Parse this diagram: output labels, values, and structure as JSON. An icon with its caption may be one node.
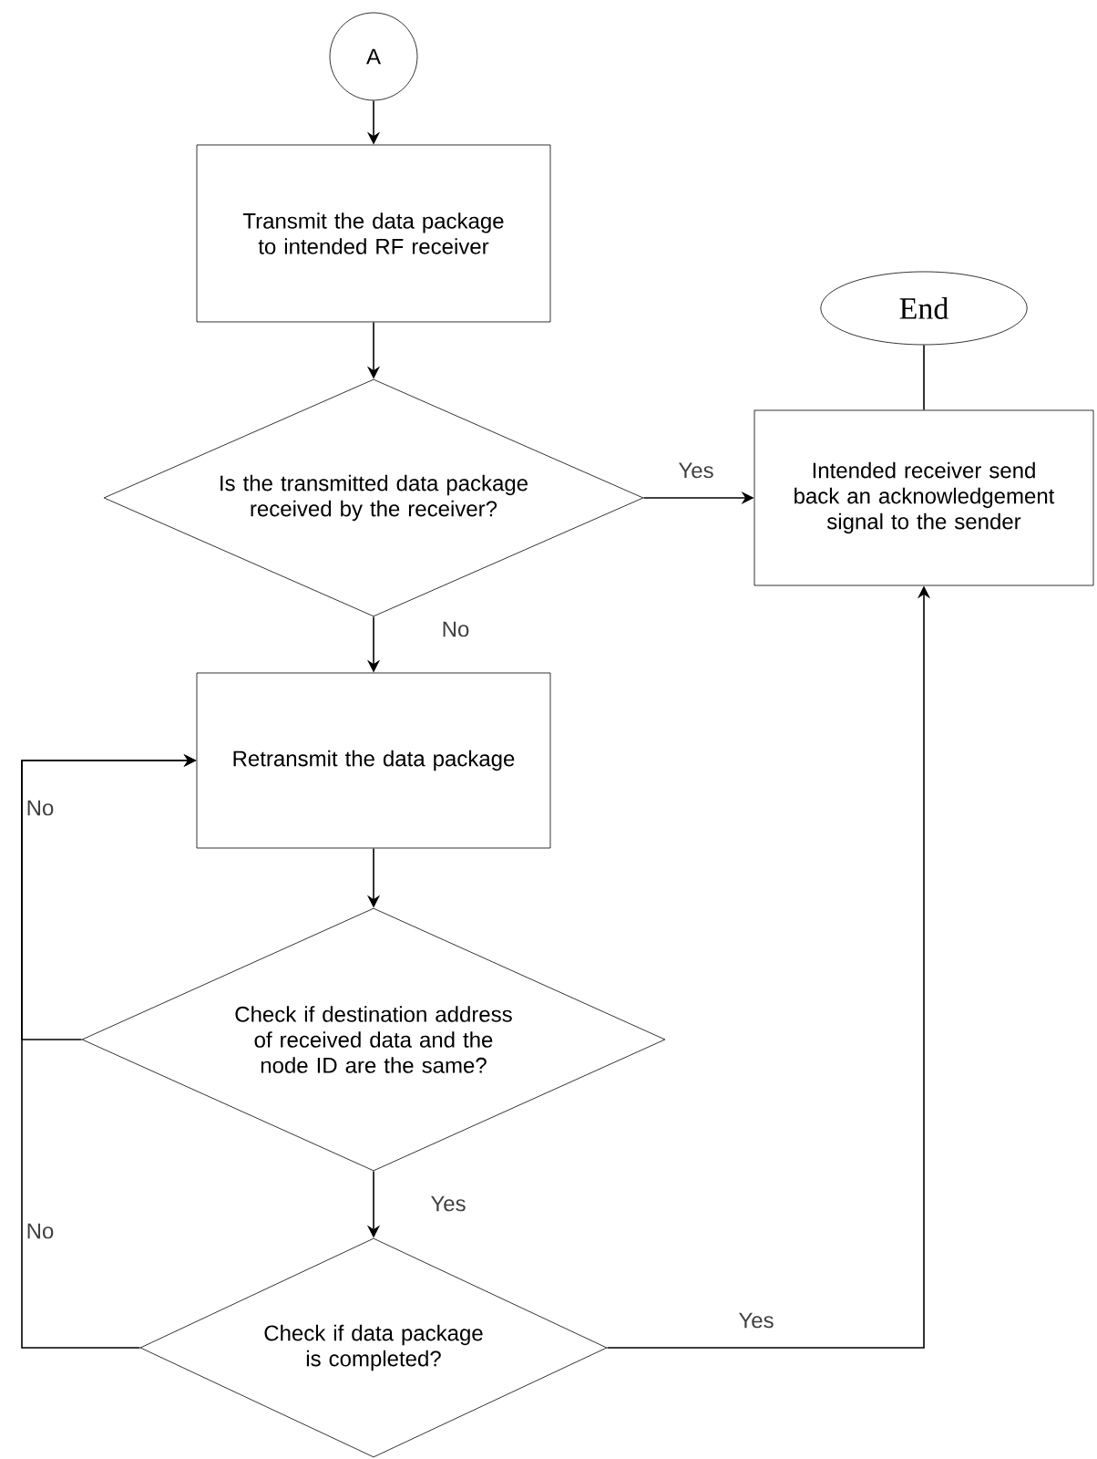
{
  "diagram": {
    "nodes": [
      {
        "text": [
          "A"
        ]
      },
      {
        "text": [
          "Transmit the data package to intended RF receiver"
        ]
      },
      {
        "text": [
          "Is the transmitted data package received by the receiver?"
        ]
      },
      {
        "text": [
          "End"
        ]
      },
      {
        "text": [
          "Intended receiver send back an acknowledgement signal to the sender"
        ]
      },
      {
        "text": [
          "Retransmit  the data package"
        ]
      },
      {
        "text": [
          "Check if destination address of received data and the node ID are the same?"
        ]
      },
      {
        "text": [
          "Check if data package is completed?"
        ]
      }
    ],
    "edges": [
      {
        "from": 0,
        "to": 1,
        "arrow": "to"
      },
      {
        "from": 1,
        "to": 2,
        "arrow": "to"
      },
      {
        "from": 2,
        "to": 4,
        "arrow": "to",
        "label": "Yes"
      },
      {
        "from": 2,
        "to": 5,
        "arrow": "to",
        "label": "No"
      },
      {
        "from": 5,
        "to": 6,
        "arrow": "to"
      },
      {
        "from": 6,
        "to": 5,
        "arrow": "to",
        "label": "No"
      },
      {
        "from": 6,
        "to": 7,
        "arrow": "to",
        "label": "Yes"
      },
      {
        "from": 7,
        "to": 5,
        "arrow": "to",
        "label": "No"
      },
      {
        "from": 7,
        "to": 4,
        "arrow": "to",
        "label": "Yes"
      },
      {
        "from": 4,
        "to": 3,
        "arrow": "none"
      }
    ]
  }
}
